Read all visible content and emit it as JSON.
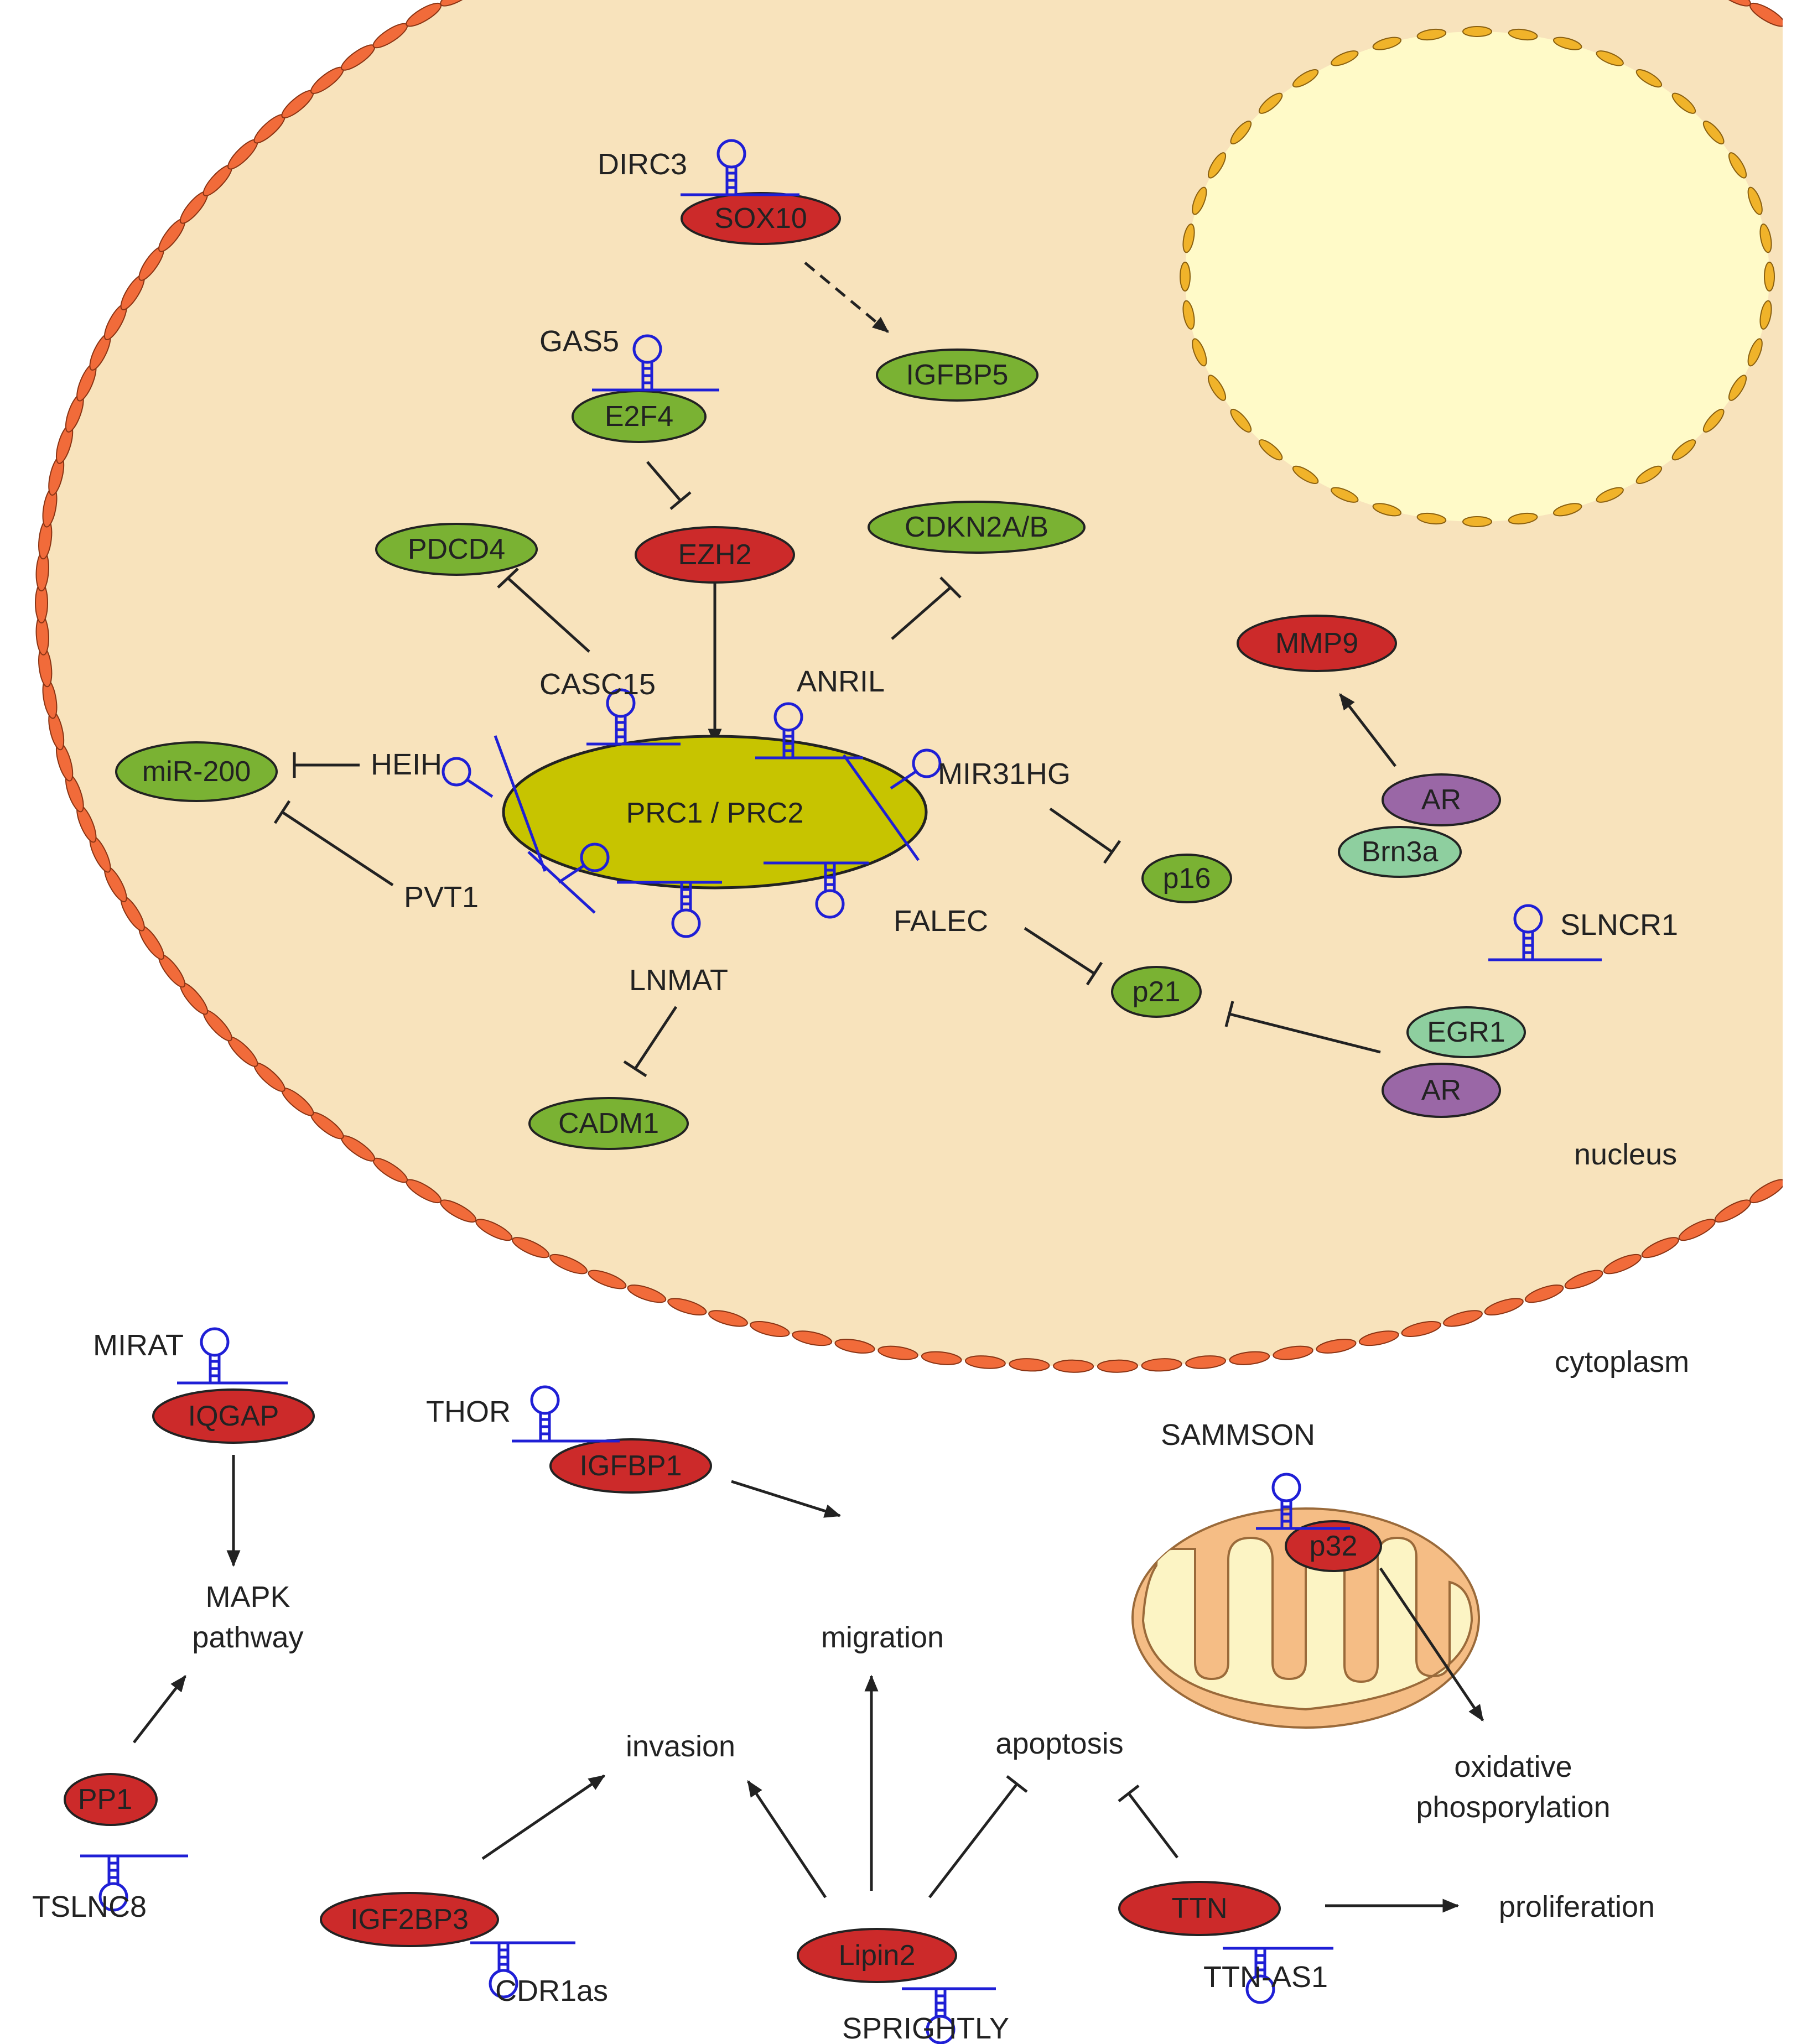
{
  "colors": {
    "nucleus_fill": "#f8e3bc",
    "nucleolus_fill": "#fffac8",
    "nuclear_pore": "#f16b3a",
    "nucleolus_pore": "#f0b32a",
    "red_node": "#cc2a2a",
    "green_node": "#7ab233",
    "light_green_node": "#8ecf9f",
    "purple_node": "#9a67a6",
    "prc_fill": "#c7c400",
    "rna": "#1f1fd6",
    "mito_outer": "#f5bd85",
    "mito_inner": "#fcf4c4"
  },
  "nodes": {
    "sox10": "SOX10",
    "igfbp5": "IGFBP5",
    "e2f4": "E2F4",
    "ezh2": "EZH2",
    "pdcd4": "PDCD4",
    "cdkn2ab": "CDKN2A/B",
    "mmp9": "MMP9",
    "mir200": "miR-200",
    "prc": "PRC1 / PRC2",
    "ar_top": "AR",
    "brn3a": "Brn3a",
    "p16": "p16",
    "p21": "p21",
    "egr1": "EGR1",
    "ar_bottom": "AR",
    "cadm1": "CADM1",
    "iqgap": "IQGAP",
    "igfbp1": "IGFBP1",
    "p32": "p32",
    "pp1": "PP1",
    "igf2bp3": "IGF2BP3",
    "lipin2": "Lipin2",
    "ttn": "TTN"
  },
  "lncrnas": {
    "dirc3": "DIRC3",
    "gas5": "GAS5",
    "casc15": "CASC15",
    "anril": "ANRIL",
    "heih": "HEIH",
    "mir31hg": "MIR31HG",
    "pvt1": "PVT1",
    "falec": "FALEC",
    "lnmat": "LNMAT",
    "slncr1": "SLNCR1",
    "mirat": "MIRAT",
    "thor": "THOR",
    "sammson": "SAMMSON",
    "tslnc8": "TSLNC8",
    "cdr1as": "CDR1as",
    "sprightly": "SPRIGHTLY",
    "ttn_as1": "TTN-AS1"
  },
  "labels": {
    "nucleus": "nucleus",
    "cytoplasm": "cytoplasm",
    "mapk_line1": "MAPK",
    "mapk_line2": "pathway",
    "migration": "migration",
    "invasion": "invasion",
    "apoptosis": "apoptosis",
    "oxidative_line1": "oxidative",
    "oxidative_line2": "phosporylation",
    "proliferation": "proliferation"
  }
}
